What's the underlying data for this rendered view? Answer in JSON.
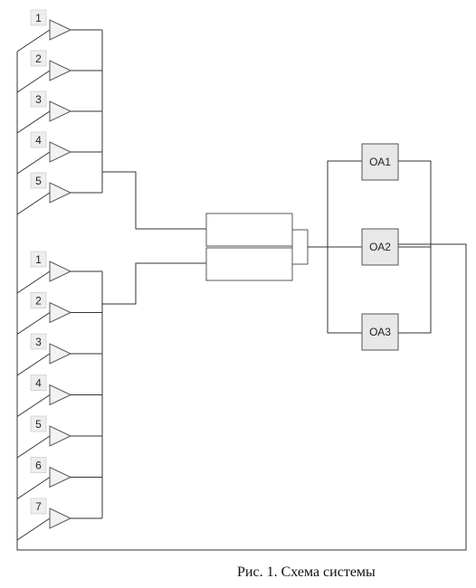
{
  "diagram": {
    "group_a": [
      "1",
      "2",
      "3",
      "4",
      "5"
    ],
    "group_b": [
      "1",
      "2",
      "3",
      "4",
      "5",
      "6",
      "7"
    ],
    "servers": [
      "ОА1",
      "ОА2",
      "ОА3"
    ]
  },
  "caption": "Рис. 1. Схема системы"
}
